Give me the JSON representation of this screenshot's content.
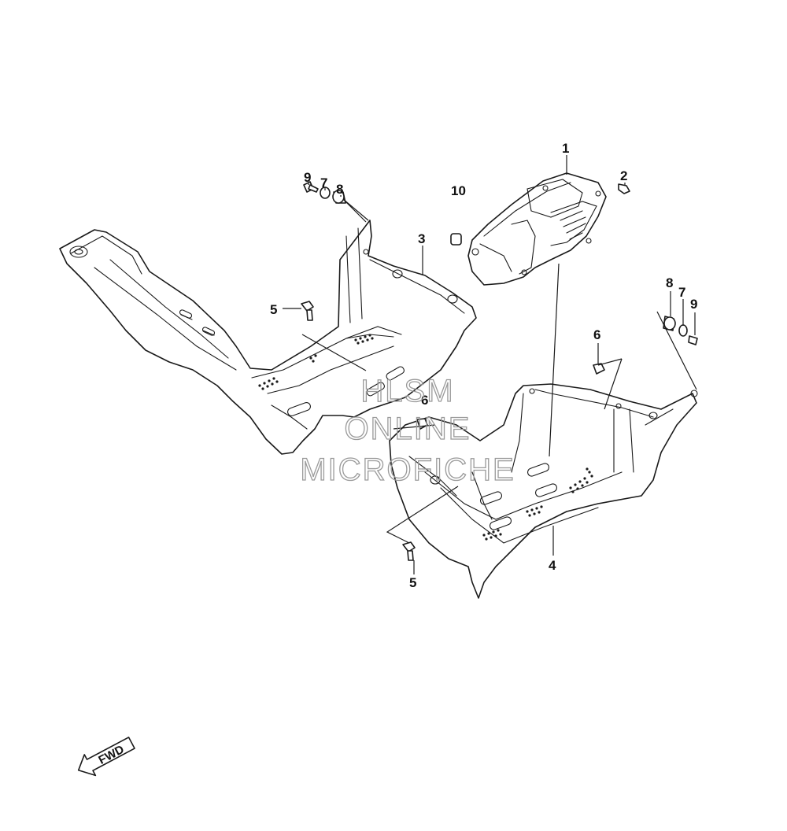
{
  "callouts": {
    "c1": "1",
    "c2": "2",
    "c3": "3",
    "c4": "4",
    "c5a": "5",
    "c5b": "5",
    "c6a": "6",
    "c6b": "6",
    "c7a": "7",
    "c7b": "7",
    "c8a": "8",
    "c8b": "8",
    "c9a": "9",
    "c9b": "9",
    "c10": "10"
  },
  "watermark": {
    "line1": "HLSM",
    "line2": "ONLINE",
    "line3": "MICROFICHE"
  },
  "fwd_arrow": {
    "label": "FWD"
  },
  "colors": {
    "line": "#1a1a1a",
    "watermark": "#9a9a9a",
    "background": "#ffffff"
  }
}
